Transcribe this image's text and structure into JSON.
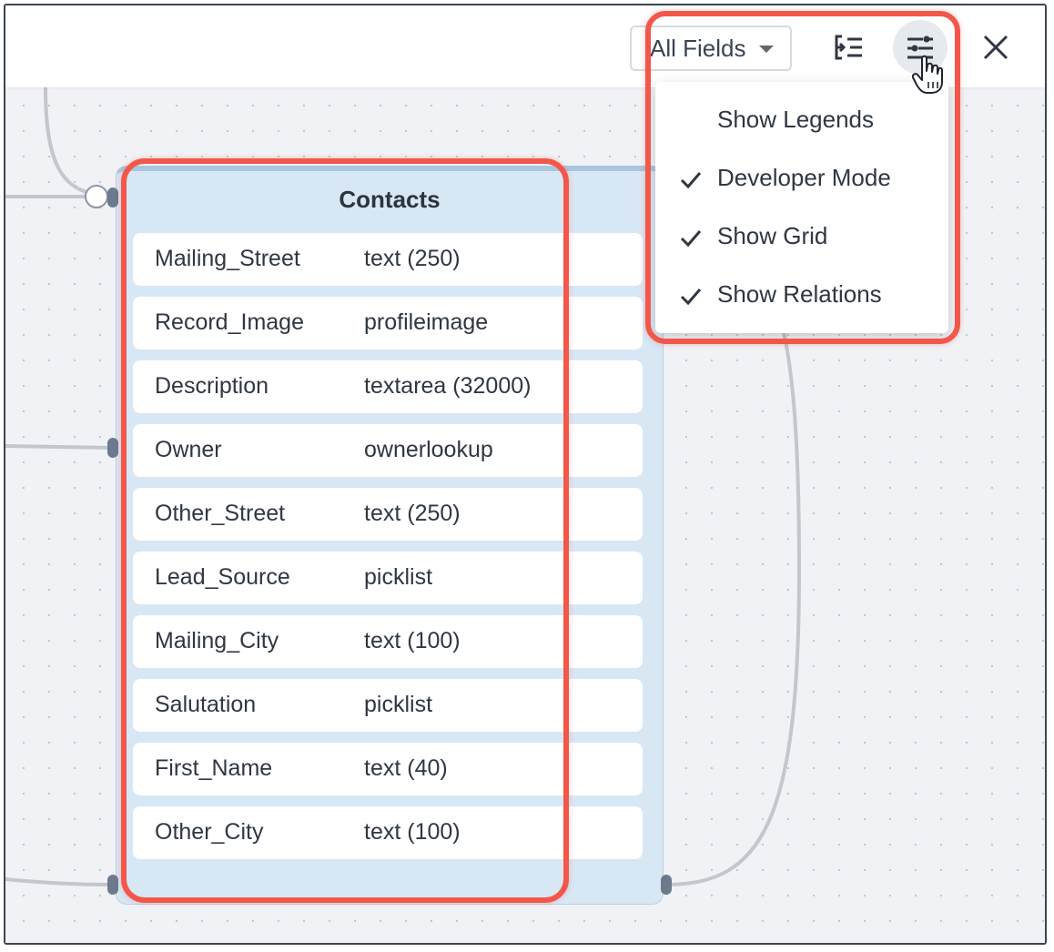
{
  "toolbar": {
    "field_filter": "All Fields",
    "list_icon": "schema-list-icon",
    "filter_icon": "sliders-icon",
    "close_icon": "close-icon"
  },
  "entity": {
    "title": "Contacts",
    "fields": [
      {
        "name": "Mailing_Street",
        "type": "text (250)"
      },
      {
        "name": "Record_Image",
        "type": "profileimage"
      },
      {
        "name": "Description",
        "type": "textarea (32000)"
      },
      {
        "name": "Owner",
        "type": "ownerlookup"
      },
      {
        "name": "Other_Street",
        "type": "text (250)"
      },
      {
        "name": "Lead_Source",
        "type": "picklist"
      },
      {
        "name": "Mailing_City",
        "type": "text (100)"
      },
      {
        "name": "Salutation",
        "type": "picklist"
      },
      {
        "name": "First_Name",
        "type": "text (40)"
      },
      {
        "name": "Other_City",
        "type": "text (100)"
      }
    ]
  },
  "view_menu": {
    "items": [
      {
        "label": "Show Legends",
        "checked": false
      },
      {
        "label": "Developer Mode",
        "checked": true
      },
      {
        "label": "Show Grid",
        "checked": true
      },
      {
        "label": "Show Relations",
        "checked": true
      }
    ]
  },
  "colors": {
    "highlight": "#f2574a",
    "entity_bg": "#d8e7f4",
    "relation_line": "#c3c6cc"
  }
}
